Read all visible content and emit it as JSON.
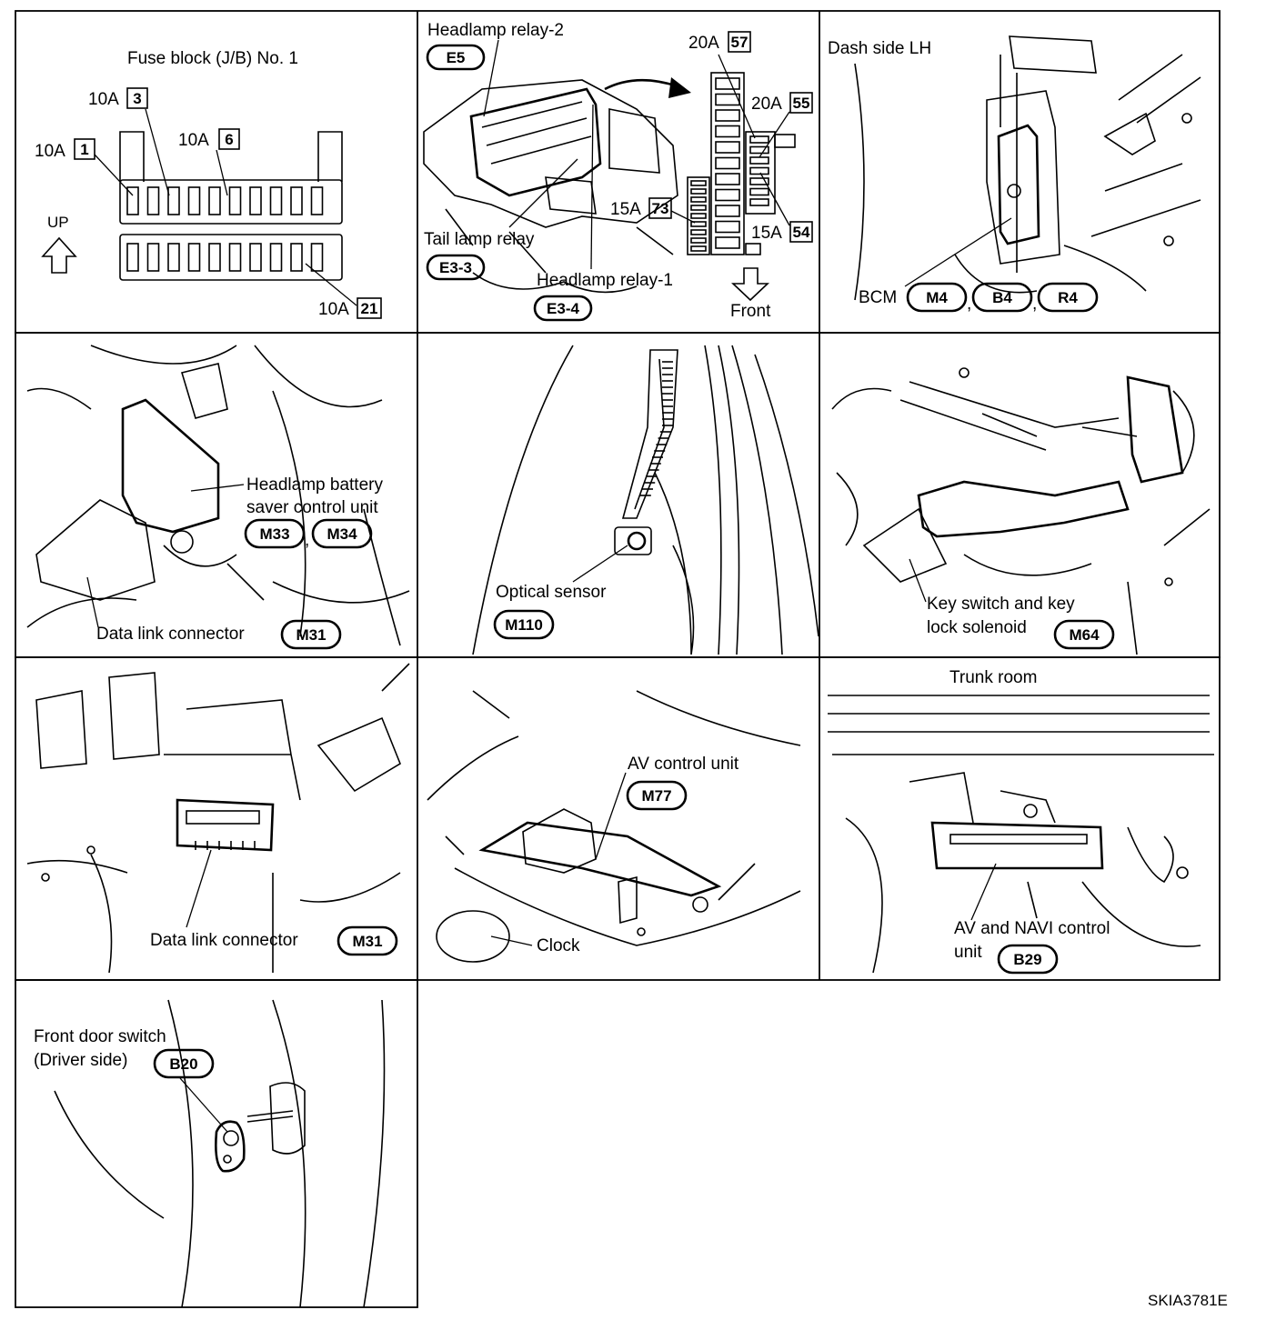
{
  "figure_id": "SKIA3781E",
  "panels": {
    "fuse_block": {
      "title": "Fuse block (J/B) No. 1",
      "up_label": "UP",
      "fuses": [
        {
          "amp": "10A",
          "num": "3"
        },
        {
          "amp": "10A",
          "num": "1"
        },
        {
          "amp": "10A",
          "num": "6"
        },
        {
          "amp": "10A",
          "num": "21"
        }
      ]
    },
    "relay_box": {
      "labels": [
        "Headlamp relay-2",
        "Tail lamp relay",
        "Headlamp relay-1"
      ],
      "connectors": [
        "E5",
        "E3-3",
        "E3-4"
      ],
      "fuses": [
        {
          "amp": "20A",
          "num": "57"
        },
        {
          "amp": "20A",
          "num": "55"
        },
        {
          "amp": "15A",
          "num": "73"
        },
        {
          "amp": "15A",
          "num": "54"
        }
      ],
      "direction": "Front"
    },
    "bcm": {
      "title": "Dash side LH",
      "label": "BCM",
      "connectors": [
        "M4",
        "B4",
        "R4"
      ],
      "separators": [
        ",",
        ","
      ]
    },
    "headlamp_saver": {
      "label_line1": "Headlamp battery",
      "label_line2": "saver control unit",
      "connectors": [
        "M33",
        "M34"
      ],
      "separator": ",",
      "dlc_label": "Data link connector",
      "dlc_connector": "M31"
    },
    "optical": {
      "label": "Optical sensor",
      "connector": "M110"
    },
    "key_switch": {
      "label_line1": "Key switch and key",
      "label_line2": "lock solenoid",
      "connector": "M64"
    },
    "dlc": {
      "label": "Data link connector",
      "connector": "M31"
    },
    "av_control": {
      "label": "AV control unit",
      "connector": "M77",
      "clock_label": "Clock"
    },
    "trunk": {
      "title": "Trunk room",
      "label_line1": "AV  and  NAVI control",
      "label_line2": "unit",
      "connector": "B29"
    },
    "door_switch": {
      "label_line1": "Front door switch",
      "label_line2": "(Driver side)",
      "connector": "B20"
    }
  }
}
